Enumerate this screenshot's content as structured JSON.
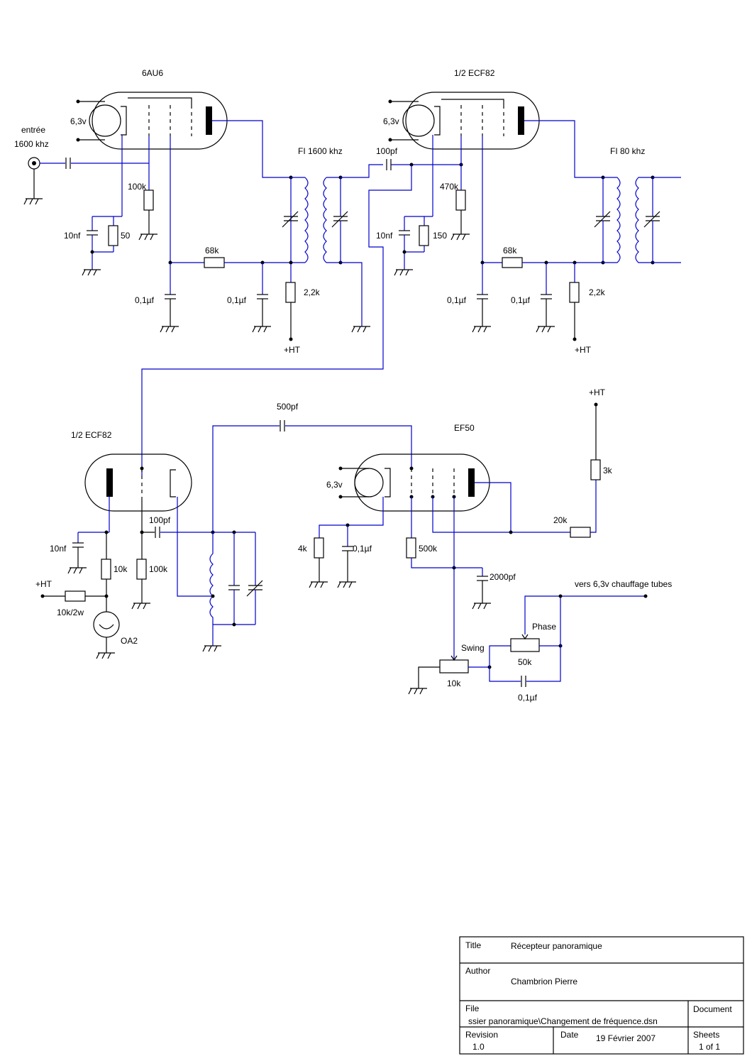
{
  "tubes": {
    "t1_name": "6AU6",
    "t2_name": "1/2 ECF82",
    "t3_name": "1/2  ECF82",
    "t4_name": "EF50",
    "heater": "6,3v"
  },
  "labels": {
    "input_line1": "entrée",
    "input_line2": "1600 khz",
    "fi1": "FI 1600 khz",
    "fi2": "FI 80 khz",
    "c100pf": "100pf",
    "c500pf": "500pf",
    "c2000pf": "2000pf",
    "r100k": "100k",
    "r470k": "470k",
    "c10nf": "10nf",
    "r50": "50",
    "r150": "150",
    "r68k": "68k",
    "r22k": "2,2k",
    "c01uf": "0,1µf",
    "ht": "+HT",
    "r10k": "10k",
    "r10k2w": "10k/2w",
    "oa2": "OA2",
    "r4k": "4k",
    "r500k": "500k",
    "r20k": "20k",
    "r3k": "3k",
    "swing": "Swing",
    "phase": "Phase",
    "r50k": "50k",
    "heater_note": "vers 6,3v chauffage tubes"
  },
  "title_block": {
    "title_label": "Title",
    "title": "Récepteur panoramique",
    "author_label": "Author",
    "author": "Chambrion Pierre",
    "file_label": "File",
    "file": "ssier panoramique\\Changement de fréquence.dsn",
    "document_label": "Document",
    "revision_label": "Revision",
    "revision": "1.0",
    "date_label": "Date",
    "date": "19 Février 2007",
    "sheets_label": "Sheets",
    "sheets": "1 of 1"
  }
}
